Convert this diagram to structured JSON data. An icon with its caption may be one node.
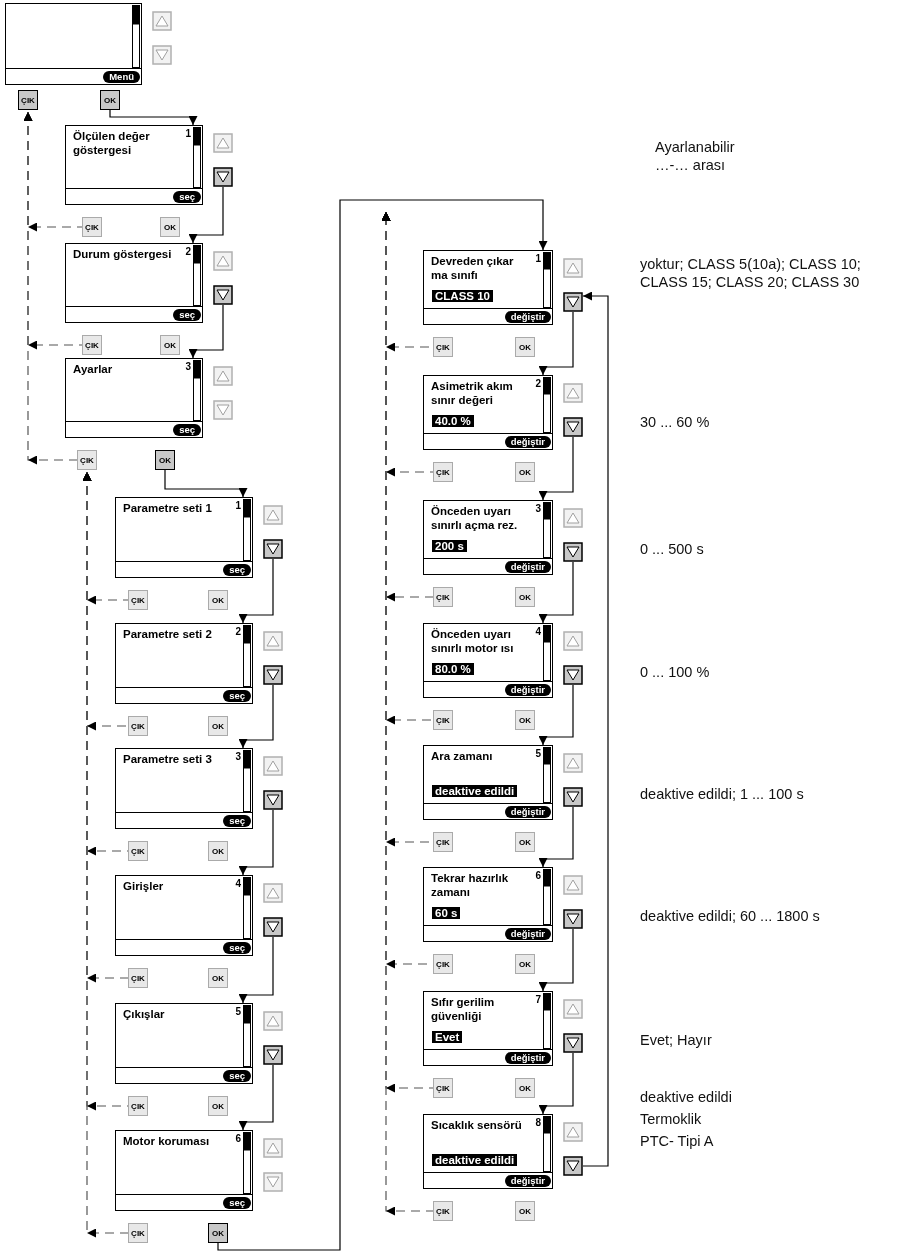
{
  "diagram": {
    "nodes": [
      {
        "text": [
          "Menü"
        ]
      },
      {
        "text": [
          "ÇIK"
        ]
      },
      {
        "text": [
          "OK"
        ]
      },
      {
        "text": [
          "Ölçülen değer göstergesi",
          "1",
          "seç"
        ]
      },
      {
        "text": [],
        "shape": "triangle"
      },
      {
        "text": [
          "ÇIK"
        ]
      },
      {
        "text": [
          "OK"
        ]
      },
      {
        "text": [
          "Durum göstergesi",
          "2",
          "seç"
        ]
      },
      {
        "text": [],
        "shape": "triangle"
      },
      {
        "text": [
          "ÇIK"
        ]
      },
      {
        "text": [
          "OK"
        ]
      },
      {
        "text": [
          "Ayarlar",
          "3",
          "seç"
        ]
      },
      {
        "text": [
          "ÇIK"
        ]
      },
      {
        "text": [
          "OK"
        ]
      },
      {
        "text": [
          "Parametre seti 1",
          "1",
          "seç"
        ]
      },
      {
        "text": [],
        "shape": "triangle"
      },
      {
        "text": [
          "ÇIK"
        ]
      },
      {
        "text": [
          "OK"
        ]
      },
      {
        "text": [
          "Parametre seti 2",
          "2",
          "seç"
        ]
      },
      {
        "text": [],
        "shape": "triangle"
      },
      {
        "text": [
          "ÇIK"
        ]
      },
      {
        "text": [
          "OK"
        ]
      },
      {
        "text": [
          "Parametre seti 3",
          "3",
          "seç"
        ]
      },
      {
        "text": [],
        "shape": "triangle"
      },
      {
        "text": [
          "ÇIK"
        ]
      },
      {
        "text": [
          "OK"
        ]
      },
      {
        "text": [
          "Girişler",
          "4",
          "seç"
        ]
      },
      {
        "text": [],
        "shape": "triangle"
      },
      {
        "text": [
          "ÇIK"
        ]
      },
      {
        "text": [
          "OK"
        ]
      },
      {
        "text": [
          "Çıkışlar",
          "5",
          "seç"
        ]
      },
      {
        "text": [],
        "shape": "triangle"
      },
      {
        "text": [
          "ÇIK"
        ]
      },
      {
        "text": [
          "OK"
        ]
      },
      {
        "text": [
          "Motor koruması",
          "6",
          "seç"
        ]
      },
      {
        "text": [
          "ÇIK"
        ]
      },
      {
        "text": [
          "OK"
        ]
      },
      {
        "text": [
          "Devreden çıkar ma sınıfı",
          "1",
          "CLASS 10",
          "değiştir"
        ]
      },
      {
        "text": [],
        "shape": "triangle"
      },
      {
        "text": [
          "ÇIK"
        ]
      },
      {
        "text": [
          "OK"
        ]
      },
      {
        "text": [
          "Asimetrik akım sınır değeri",
          "2",
          "40.0 %",
          "değiştir"
        ]
      },
      {
        "text": [],
        "shape": "triangle"
      },
      {
        "text": [
          "ÇIK"
        ]
      },
      {
        "text": [
          "OK"
        ]
      },
      {
        "text": [
          "Önceden uyarı sınırlı açma rez.",
          "3",
          "200 s",
          "değiştir"
        ]
      },
      {
        "text": [],
        "shape": "triangle"
      },
      {
        "text": [
          "ÇIK"
        ]
      },
      {
        "text": [
          "OK"
        ]
      },
      {
        "text": [
          "Önceden uyarı sınırlı motor ısı",
          "4",
          "80.0 %",
          "değiştir"
        ]
      },
      {
        "text": [],
        "shape": "triangle"
      },
      {
        "text": [
          "ÇIK"
        ]
      },
      {
        "text": [
          "OK"
        ]
      },
      {
        "text": [
          "Ara zamanı",
          "5",
          "deaktive edildi",
          "değiştir"
        ]
      },
      {
        "text": [],
        "shape": "triangle"
      },
      {
        "text": [
          "ÇIK"
        ]
      },
      {
        "text": [
          "OK"
        ]
      },
      {
        "text": [
          "Tekrar hazırlık zamanı",
          "6",
          "60 s",
          "değiştir"
        ]
      },
      {
        "text": [],
        "shape": "triangle"
      },
      {
        "text": [
          "ÇIK"
        ]
      },
      {
        "text": [
          "OK"
        ]
      },
      {
        "text": [
          "Sıfır gerilim güvenliği",
          "7",
          "Evet",
          "değiştir"
        ]
      },
      {
        "text": [],
        "shape": "triangle"
      },
      {
        "text": [
          "ÇIK"
        ]
      },
      {
        "text": [
          "OK"
        ]
      },
      {
        "text": [
          "Sıcaklık sensörü",
          "8",
          "deaktive edildi",
          "değiştir"
        ]
      },
      {
        "text": [],
        "shape": "triangle"
      },
      {
        "text": [
          "ÇIK"
        ]
      },
      {
        "text": [
          "OK"
        ]
      }
    ],
    "edges": [
      {
        "from": 2,
        "to": 3,
        "arrow": "to"
      },
      {
        "from": 4,
        "to": 7,
        "arrow": "to"
      },
      {
        "from": 8,
        "to": 11,
        "arrow": "to"
      },
      {
        "from": 13,
        "to": 14,
        "arrow": "to"
      },
      {
        "from": 15,
        "to": 18,
        "arrow": "to"
      },
      {
        "from": 19,
        "to": 22,
        "arrow": "to"
      },
      {
        "from": 23,
        "to": 26,
        "arrow": "to"
      },
      {
        "from": 27,
        "to": 30,
        "arrow": "to"
      },
      {
        "from": 31,
        "to": 34,
        "arrow": "to"
      },
      {
        "from": 36,
        "to": 37,
        "arrow": "to"
      },
      {
        "from": 38,
        "to": 41,
        "arrow": "to"
      },
      {
        "from": 42,
        "to": 45,
        "arrow": "to"
      },
      {
        "from": 46,
        "to": 49,
        "arrow": "to"
      },
      {
        "from": 50,
        "to": 53,
        "arrow": "to"
      },
      {
        "from": 54,
        "to": 57,
        "arrow": "to"
      },
      {
        "from": 58,
        "to": 61,
        "arrow": "to"
      },
      {
        "from": 62,
        "to": 65,
        "arrow": "to"
      },
      {
        "from": 66,
        "to": 38,
        "arrow": "to"
      },
      {
        "from": 5,
        "to": 1,
        "arrow": "to",
        "style": "dashed"
      },
      {
        "from": 9,
        "to": 1,
        "arrow": "to",
        "style": "dashed"
      },
      {
        "from": 12,
        "to": 1,
        "arrow": "to",
        "style": "dashed"
      },
      {
        "from": 16,
        "to": 12,
        "arrow": "to",
        "style": "dashed"
      },
      {
        "from": 20,
        "to": 12,
        "arrow": "to",
        "style": "dashed"
      },
      {
        "from": 24,
        "to": 12,
        "arrow": "to",
        "style": "dashed"
      },
      {
        "from": 28,
        "to": 12,
        "arrow": "to",
        "style": "dashed"
      },
      {
        "from": 32,
        "to": 12,
        "arrow": "to",
        "style": "dashed"
      },
      {
        "from": 35,
        "to": 12,
        "arrow": "to",
        "style": "dashed"
      },
      {
        "from": 39,
        "to": null,
        "arrow": "to",
        "style": "dashed"
      },
      {
        "from": 43,
        "to": null,
        "arrow": "to",
        "style": "dashed"
      },
      {
        "from": 47,
        "to": null,
        "arrow": "to",
        "style": "dashed"
      },
      {
        "from": 51,
        "to": null,
        "arrow": "to",
        "style": "dashed"
      },
      {
        "from": 55,
        "to": null,
        "arrow": "to",
        "style": "dashed"
      },
      {
        "from": 59,
        "to": null,
        "arrow": "to",
        "style": "dashed"
      },
      {
        "from": 63,
        "to": null,
        "arrow": "to",
        "style": "dashed"
      },
      {
        "from": 67,
        "to": null,
        "arrow": "to",
        "style": "dashed"
      }
    ],
    "labels": [
      "Ayarlanabilir …-… arası",
      "yoktur; CLASS 5(10a); CLASS 10; CLASS 15; CLASS 20; CLASS 30",
      "30 ... 60 %",
      "0 ... 500 s",
      "0 ... 100 %",
      "deaktive edildi; 1 ... 100 s",
      "deaktive edildi; 60 ... 1800 s",
      "Evet; Hayır",
      "deaktive edildi",
      "Termoklik",
      "PTC- Tipi A"
    ]
  }
}
